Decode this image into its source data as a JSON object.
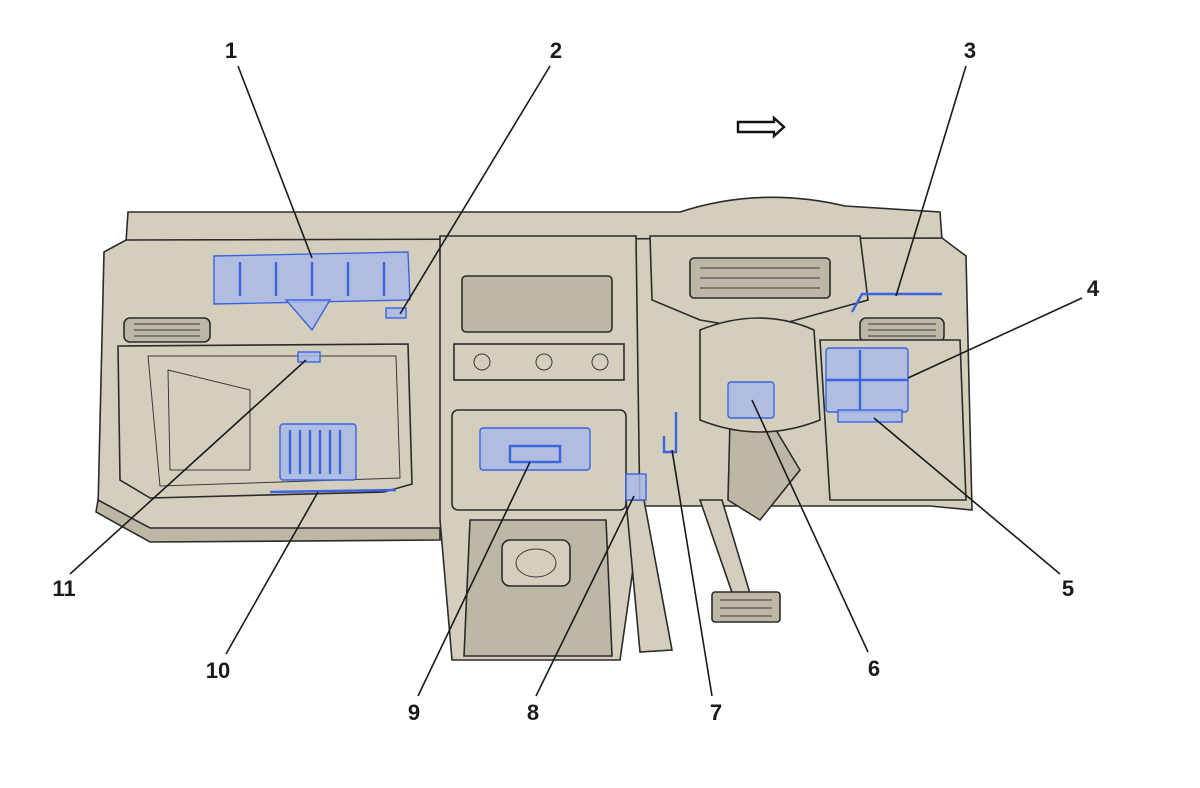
{
  "callouts": [
    {
      "id": "c1",
      "label": "1"
    },
    {
      "id": "c2",
      "label": "2"
    },
    {
      "id": "c3",
      "label": "3"
    },
    {
      "id": "c4",
      "label": "4"
    },
    {
      "id": "c5",
      "label": "5"
    },
    {
      "id": "c6",
      "label": "6"
    },
    {
      "id": "c7",
      "label": "7"
    },
    {
      "id": "c8",
      "label": "8"
    },
    {
      "id": "c9",
      "label": "9"
    },
    {
      "id": "c10",
      "label": "10"
    },
    {
      "id": "c11",
      "label": "11"
    }
  ],
  "colors": {
    "highlight": "#3c64e0",
    "body": "#d4cfbd",
    "line": "#2b2b2b"
  }
}
